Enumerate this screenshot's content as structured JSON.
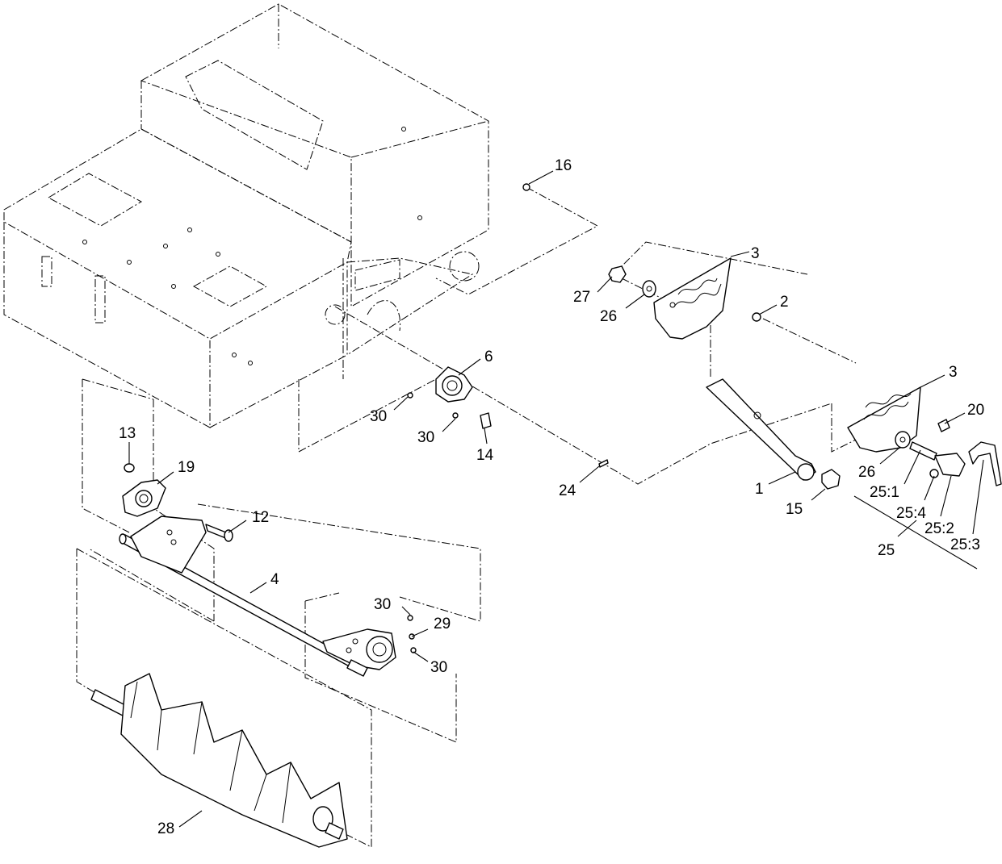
{
  "callouts": [
    {
      "id": "c1",
      "text": "1"
    },
    {
      "id": "c2",
      "text": "2"
    },
    {
      "id": "c3a",
      "text": "3"
    },
    {
      "id": "c3b",
      "text": "3"
    },
    {
      "id": "c4",
      "text": "4"
    },
    {
      "id": "c6",
      "text": "6"
    },
    {
      "id": "c12",
      "text": "12"
    },
    {
      "id": "c13",
      "text": "13"
    },
    {
      "id": "c14",
      "text": "14"
    },
    {
      "id": "c15",
      "text": "15"
    },
    {
      "id": "c16",
      "text": "16"
    },
    {
      "id": "c19",
      "text": "19"
    },
    {
      "id": "c20",
      "text": "20"
    },
    {
      "id": "c24",
      "text": "24"
    },
    {
      "id": "c25",
      "text": "25"
    },
    {
      "id": "c25_1",
      "text": "25:1"
    },
    {
      "id": "c25_2",
      "text": "25:2"
    },
    {
      "id": "c25_3",
      "text": "25:3"
    },
    {
      "id": "c25_4",
      "text": "25:4"
    },
    {
      "id": "c26a",
      "text": "26"
    },
    {
      "id": "c26b",
      "text": "26"
    },
    {
      "id": "c27",
      "text": "27"
    },
    {
      "id": "c28",
      "text": "28"
    },
    {
      "id": "c29",
      "text": "29"
    },
    {
      "id": "c30a",
      "text": "30"
    },
    {
      "id": "c30b",
      "text": "30"
    },
    {
      "id": "c30c",
      "text": "30"
    },
    {
      "id": "c30d",
      "text": "30"
    }
  ]
}
